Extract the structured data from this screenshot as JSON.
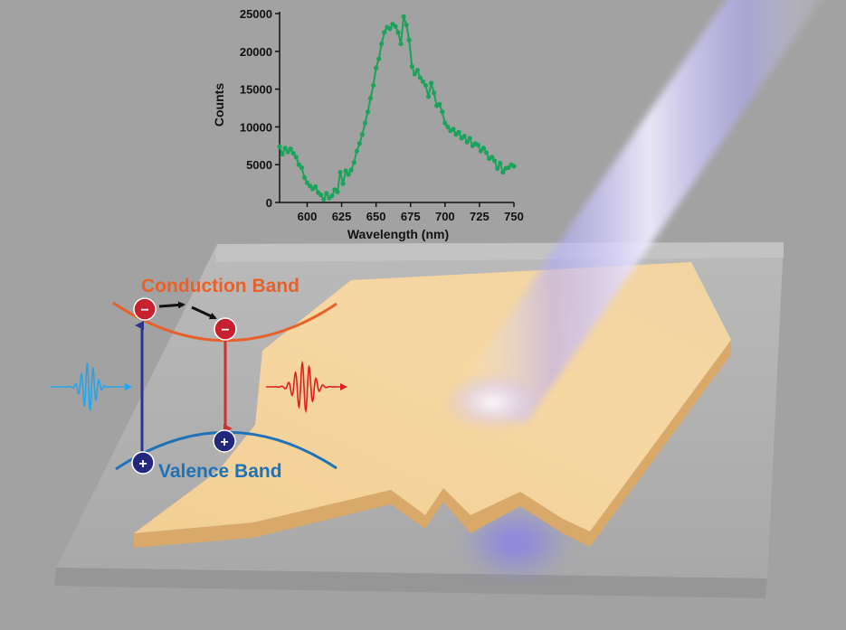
{
  "colors": {
    "background": "#a2a2a2",
    "substrate": "#b3b3b3",
    "flake_top": "#f7d7a0",
    "flake_edge": "#d9a96a",
    "beam": "#8f86ff",
    "conduction": "#e8602a",
    "valence": "#1f72b8",
    "electron": "#c8202e",
    "hole": "#23287e",
    "excitation_arrow": "#2b3590",
    "emission_arrow": "#d23030",
    "incident_wave": "#27a5e8",
    "emitted_wave": "#e02020",
    "spectrum": "#1aa35a"
  },
  "diagram": {
    "conduction_band_label": "Conduction Band",
    "valence_band_label": "Valence Band",
    "electron_symbol": "−",
    "hole_symbol": "+",
    "icons": [
      "laser-beam",
      "incident-wave-packet",
      "emitted-wave-packet",
      "relaxation-arrows",
      "excitation-arrow",
      "emission-arrow"
    ]
  },
  "chart_data": {
    "type": "line",
    "xlabel": "Wavelength (nm)",
    "ylabel": "Counts",
    "xlim": [
      580,
      750
    ],
    "ylim": [
      0,
      25000
    ],
    "xticks": [
      600,
      625,
      650,
      675,
      700,
      725,
      750
    ],
    "yticks": [
      0,
      5000,
      10000,
      15000,
      20000,
      25000
    ],
    "grid": false,
    "series": [
      {
        "x": [
          580,
          582,
          584,
          586,
          588,
          590,
          592,
          594,
          596,
          598,
          600,
          602,
          604,
          606,
          608,
          610,
          612,
          614,
          616,
          618,
          620,
          622,
          624,
          626,
          628,
          630,
          632,
          634,
          636,
          638,
          640,
          642,
          644,
          646,
          648,
          650,
          652,
          654,
          656,
          658,
          660,
          662,
          664,
          666,
          668,
          670,
          672,
          674,
          676,
          678,
          680,
          682,
          684,
          686,
          688,
          690,
          692,
          694,
          696,
          698,
          700,
          702,
          704,
          706,
          708,
          710,
          712,
          714,
          716,
          718,
          720,
          722,
          724,
          726,
          728,
          730,
          732,
          734,
          736,
          738,
          740,
          742,
          744,
          746,
          748,
          750
        ],
        "y": [
          7400,
          6400,
          7200,
          6700,
          7100,
          6500,
          6000,
          5000,
          4600,
          3300,
          2600,
          2200,
          1800,
          2100,
          1300,
          1000,
          400,
          1200,
          600,
          900,
          1700,
          1400,
          4000,
          2500,
          4200,
          3700,
          4300,
          5300,
          6800,
          7800,
          9000,
          10500,
          12000,
          13800,
          15500,
          17800,
          19000,
          21000,
          22500,
          23200,
          23000,
          23600,
          23300,
          22500,
          21000,
          24600,
          23500,
          21500,
          18000,
          17000,
          17500,
          16500,
          16000,
          15500,
          14000,
          15800,
          14500,
          12800,
          13000,
          12000,
          10500,
          10000,
          9500,
          9700,
          9000,
          9300,
          8500,
          8800,
          8000,
          8500,
          7500,
          7800,
          7600,
          6800,
          7200,
          6600,
          5800,
          6000,
          5500,
          4500,
          5200,
          4000,
          4500,
          4600,
          5000,
          4800
        ]
      }
    ]
  }
}
